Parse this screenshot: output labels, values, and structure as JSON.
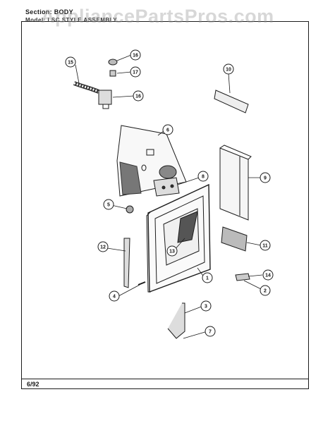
{
  "header": {
    "section_label": "Section: BODY",
    "model_label": "Model: LSC STYLE ASSEMBLY"
  },
  "watermark": "AppliancePartsPros.com",
  "footer": {
    "date": "6/92"
  },
  "callouts": [
    "1",
    "2",
    "3",
    "4",
    "5",
    "6",
    "7",
    "8",
    "9",
    "10",
    "11",
    "12",
    "13",
    "14",
    "15",
    "16",
    "16",
    "17"
  ],
  "colors": {
    "ink": "#1c1c1c",
    "paper": "#ffffff",
    "watermark": "#969696"
  }
}
